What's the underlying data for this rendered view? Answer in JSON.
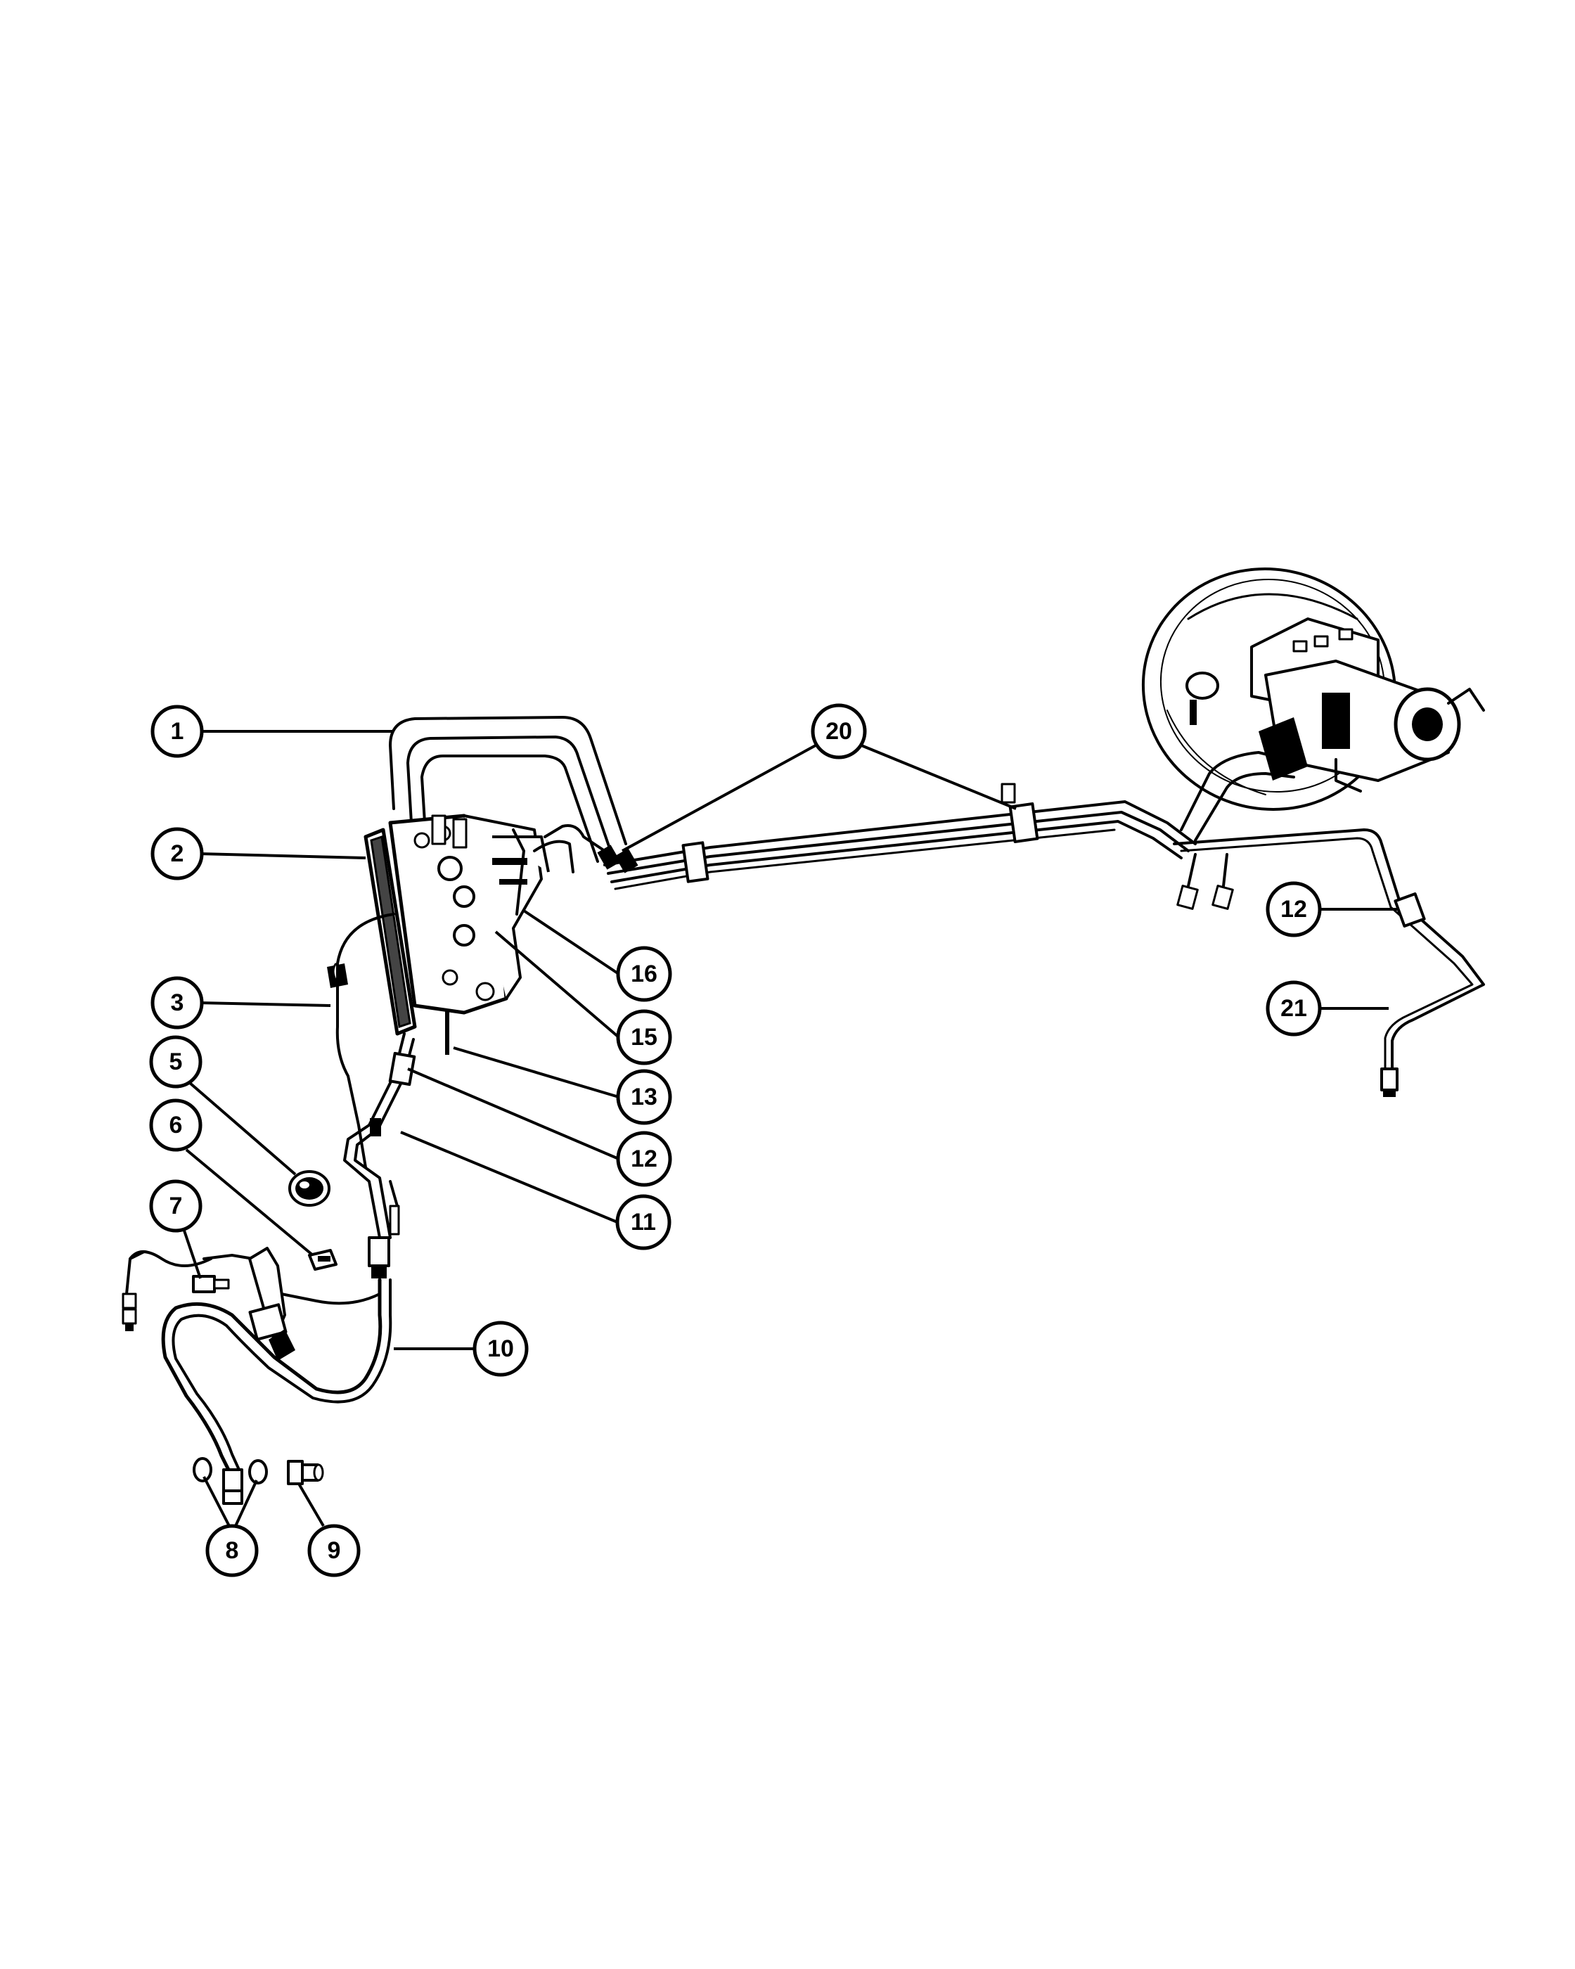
{
  "callouts": [
    {
      "id": "c1",
      "label": "1"
    },
    {
      "id": "c2",
      "label": "2"
    },
    {
      "id": "c3",
      "label": "3"
    },
    {
      "id": "c5",
      "label": "5"
    },
    {
      "id": "c6",
      "label": "6"
    },
    {
      "id": "c7",
      "label": "7"
    },
    {
      "id": "c8",
      "label": "8"
    },
    {
      "id": "c9",
      "label": "9"
    },
    {
      "id": "c10",
      "label": "10"
    },
    {
      "id": "c11",
      "label": "11"
    },
    {
      "id": "c12a",
      "label": "12"
    },
    {
      "id": "c12b",
      "label": "12"
    },
    {
      "id": "c13",
      "label": "13"
    },
    {
      "id": "c15",
      "label": "15"
    },
    {
      "id": "c16",
      "label": "16"
    },
    {
      "id": "c20",
      "label": "20"
    },
    {
      "id": "c21",
      "label": "21"
    }
  ]
}
